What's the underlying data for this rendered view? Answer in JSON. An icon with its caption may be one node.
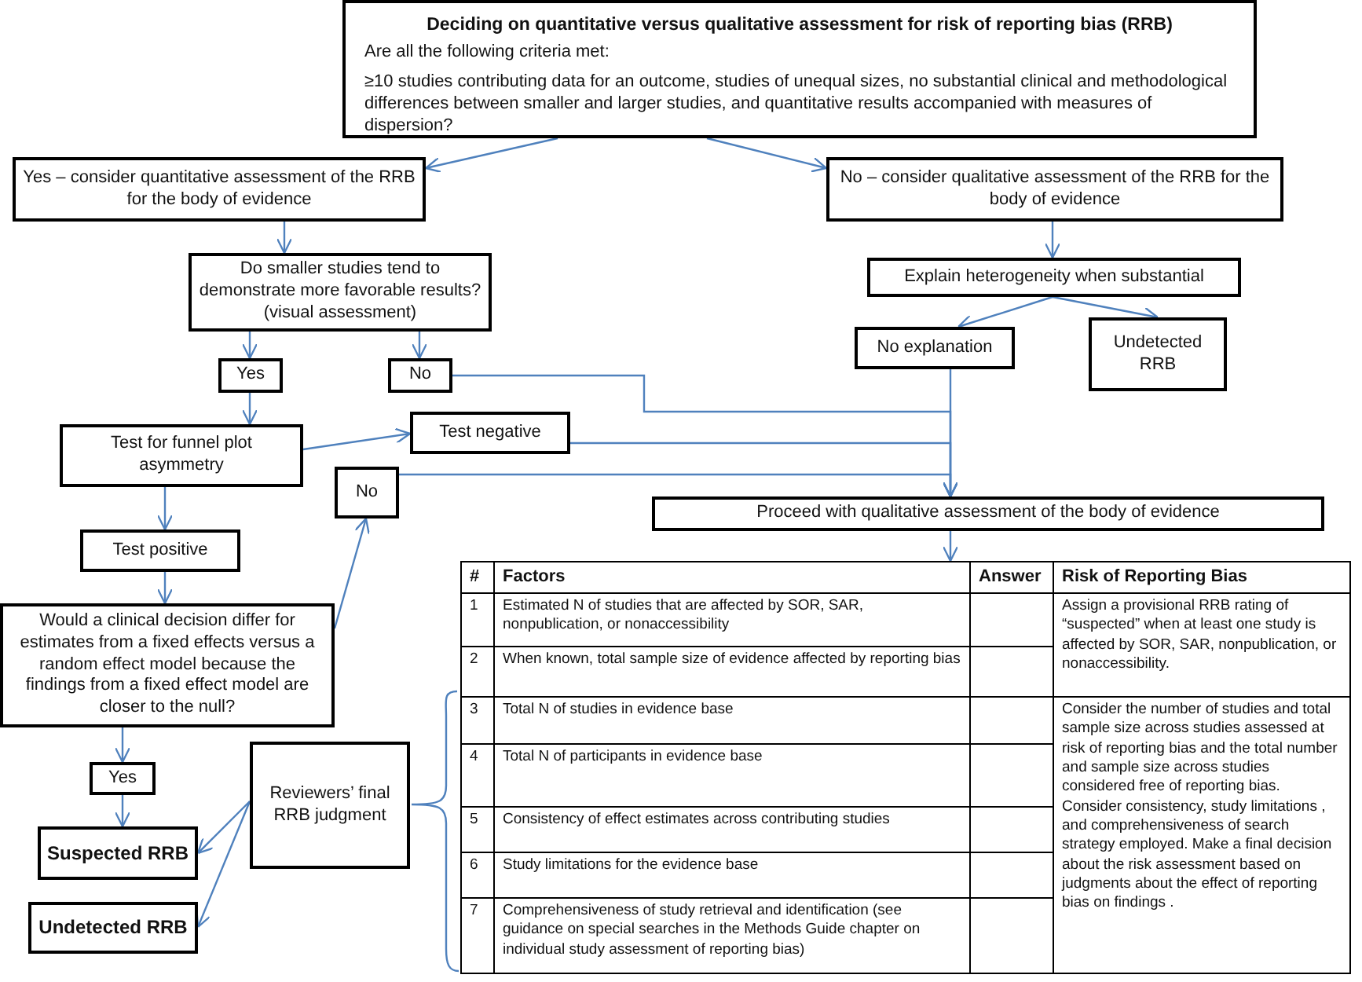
{
  "diagram": {
    "nodes": [
      {
        "text": [
          "Deciding  on quantitative versus qualitative assessment for risk of reporting bias (RRB)",
          "Are all the following criteria met:",
          "≥10 studies contributing data for an outcome, studies of unequal sizes, no substantial clinical and methodological differences between smaller and larger studies, and quantitative results accompanied with measures of dispersion?"
        ]
      },
      {
        "text": [
          "Yes –  consider quantitative assessment of the RRB  for the body of evidence"
        ]
      },
      {
        "text": [
          "No – consider qualitative assessment of the RRB for the body of evidence"
        ]
      },
      {
        "text": [
          "Do smaller studies tend to demonstrate more favorable results? (visual  assessment)"
        ]
      },
      {
        "text": [
          "Explain heterogeneity when substantial"
        ]
      },
      {
        "text": [
          "Yes"
        ]
      },
      {
        "text": [
          "No"
        ]
      },
      {
        "text": [
          "No explanation"
        ]
      },
      {
        "text": [
          "Undetected RRB"
        ]
      },
      {
        "text": [
          "Test for funnel plot asymmetry"
        ]
      },
      {
        "text": [
          "Test negative"
        ]
      },
      {
        "text": [
          "No"
        ]
      },
      {
        "text": [
          "Proceed with qualitative assessment of the body of evidence"
        ]
      },
      {
        "text": [
          "Test positive"
        ]
      },
      {
        "text": [
          "Would a clinical decision differ for estimates from a fixed effects versus a random effect model because the findings from a fixed effect model are closer to the null?"
        ]
      },
      {
        "text": [
          "Yes"
        ]
      },
      {
        "text": [
          "Reviewers’ final RRB judgment"
        ]
      },
      {
        "text": [
          "Suspected RRB"
        ]
      },
      {
        "text": [
          "Undetected RRB"
        ]
      },
      {
        "text": [],
        "shape": "table"
      }
    ],
    "edges": [
      {
        "from": 0,
        "to": 1,
        "arrow": "to"
      },
      {
        "from": 0,
        "to": 2,
        "arrow": "to"
      },
      {
        "from": 1,
        "to": 3,
        "arrow": "to"
      },
      {
        "from": 2,
        "to": 4,
        "arrow": "to"
      },
      {
        "from": 3,
        "to": 5,
        "arrow": "to"
      },
      {
        "from": 3,
        "to": 6,
        "arrow": "to"
      },
      {
        "from": 4,
        "to": 7,
        "arrow": "to"
      },
      {
        "from": 4,
        "to": 8,
        "arrow": "to"
      },
      {
        "from": 5,
        "to": 9,
        "arrow": "to"
      },
      {
        "from": 9,
        "to": 10,
        "arrow": "to"
      },
      {
        "from": 9,
        "to": 13,
        "arrow": "to"
      },
      {
        "from": 13,
        "to": 14,
        "arrow": "to"
      },
      {
        "from": 14,
        "to": 11,
        "arrow": "to"
      },
      {
        "from": 14,
        "to": 15,
        "arrow": "to"
      },
      {
        "from": 15,
        "to": 17,
        "arrow": "to"
      },
      {
        "from": 16,
        "to": 17,
        "arrow": "to"
      },
      {
        "from": 16,
        "to": 18,
        "arrow": "to"
      },
      {
        "from": 6,
        "to": 12,
        "arrow": "to"
      },
      {
        "from": 10,
        "to": 12,
        "arrow": "to"
      },
      {
        "from": 11,
        "to": 12,
        "arrow": "to"
      },
      {
        "from": 7,
        "to": 12,
        "arrow": "to"
      },
      {
        "from": 12,
        "to": 19,
        "arrow": "to"
      }
    ],
    "labels": [
      "#",
      "Factors",
      "Answer",
      "Risk of Reporting  Bias",
      "1",
      "Estimated N of studies that are affected by SOR, SAR, nonpublication, or nonaccessibility",
      "Assign a provisional RRB rating of “suspected” when at least one study is affected by SOR, SAR, nonpublication, or nonaccessibility.",
      "2",
      "When known, total sample size of evidence affected by reporting bias",
      "3",
      "Total N of studies in evidence base",
      "Consider the number of studies and total sample size across studies assessed at risk of reporting bias and the total number and sample size across studies considered free of reporting bias. Consider consistency, study limitations , and comprehensiveness of search strategy employed.  Make a final decision about the risk assessment based on judgments about the effect of reporting bias on findings .",
      "4",
      "Total N of participants in evidence base",
      "5",
      "Consistency of effect estimates across contributing studies",
      "6",
      "Study limitations for the evidence base",
      "7",
      "Comprehensiveness of study retrieval and identification  (see guidance on special searches  in the Methods  Guide chapter on individual study assessment of reporting bias)"
    ]
  }
}
